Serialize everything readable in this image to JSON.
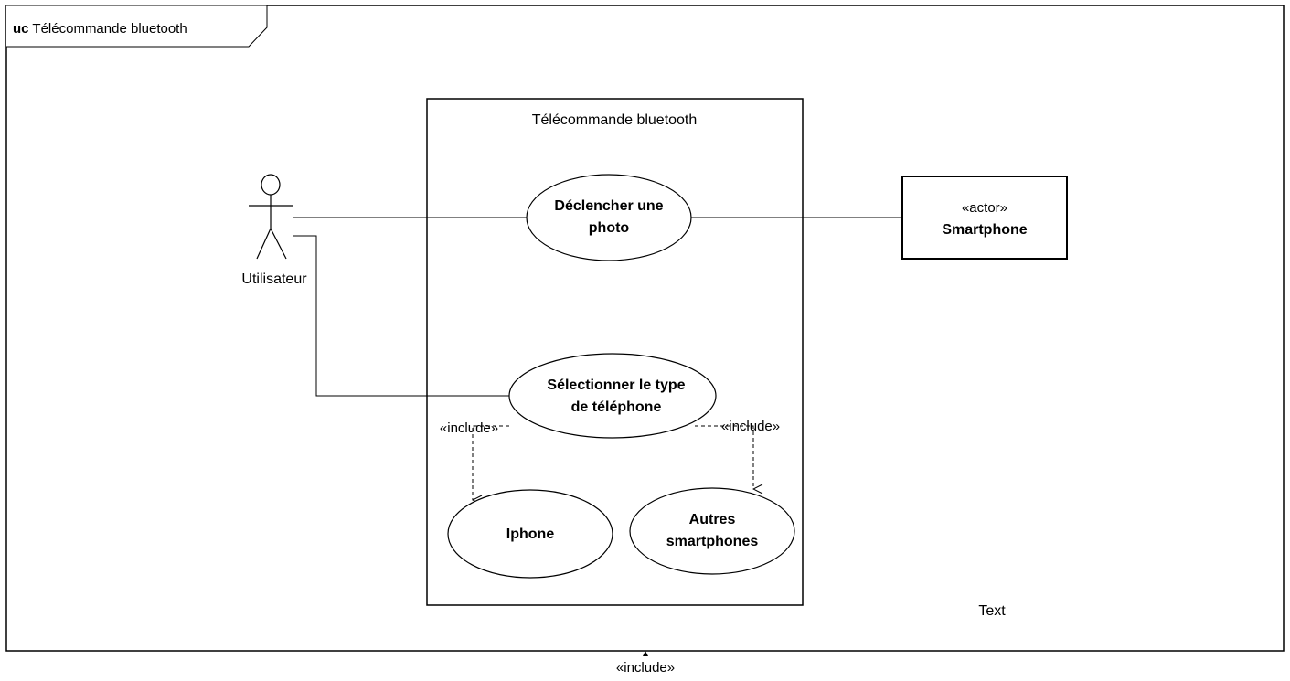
{
  "frame": {
    "keyword": "uc",
    "title": "Télécommande bluetooth"
  },
  "system": {
    "title": "Télécommande bluetooth"
  },
  "actors": {
    "utilisateur": {
      "label": "Utilisateur"
    },
    "smartphone": {
      "stereotype": "«actor»",
      "label": "Smartphone"
    }
  },
  "use_cases": {
    "declencher": {
      "line1": "Déclencher une",
      "line2": "photo"
    },
    "selectionner": {
      "line1": "Sélectionner le type",
      "line2": "de téléphone"
    },
    "iphone": {
      "label": "Iphone"
    },
    "autres": {
      "line1": "Autres",
      "line2": "smartphones"
    }
  },
  "relations": {
    "include_left": "«include»",
    "include_right": "«include»",
    "include_bottom": "«include»"
  },
  "free_text": "Text"
}
